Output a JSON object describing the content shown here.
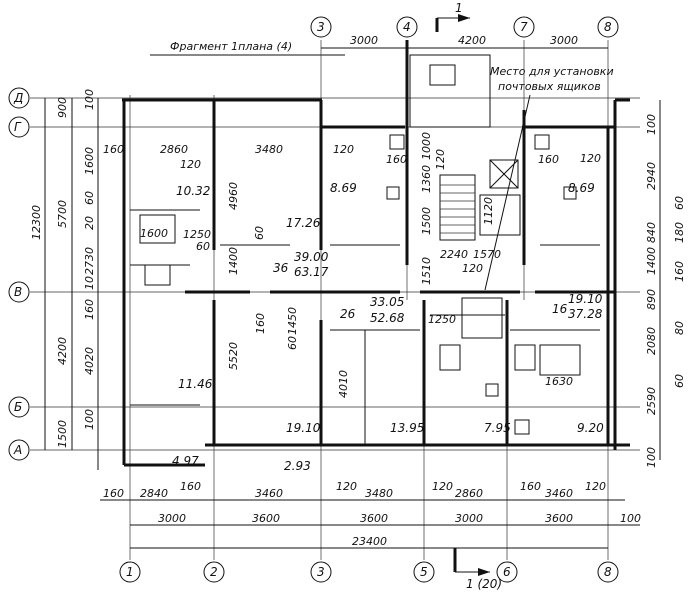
{
  "title": "Фрагмент 1плана (4)",
  "note": "Место для установки почтовых ящиков",
  "section_mark_top": "1",
  "section_mark_bottom": "1 (20)",
  "axes_vertical": [
    "1",
    "2",
    "3",
    "4",
    "5",
    "6",
    "7",
    "8"
  ],
  "axes_horizontal": [
    "Д",
    "Г",
    "В",
    "Б",
    "А"
  ],
  "top_dims": [
    "3000",
    "4200",
    "3000"
  ],
  "bottom_dims_row1": [
    "160",
    "2840",
    "160",
    "3460",
    "120",
    "3480",
    "120",
    "2860",
    "160",
    "3460",
    "120"
  ],
  "bottom_dims_row2": [
    "3000",
    "3600",
    "3600",
    "3000",
    "3600",
    "100"
  ],
  "bottom_total": "23400",
  "left_dims_outer": [
    "12300"
  ],
  "left_dims_mid": [
    "900",
    "5700",
    "4200",
    "1500"
  ],
  "left_dims_inner": [
    "1600",
    "60",
    "20",
    "2730",
    "10",
    "160",
    "4020",
    "100",
    "1500",
    "100"
  ],
  "right_dims_outer": [
    "100",
    "2940",
    "60",
    "180",
    "1400",
    "160",
    "2080",
    "80",
    "60",
    "2590",
    "100"
  ],
  "right_dims_inner": [
    "840",
    "890"
  ],
  "room_dims": [
    "2860",
    "120",
    "3480",
    "120",
    "160",
    "120",
    "160",
    "120",
    "4960",
    "1250",
    "60",
    "160",
    "1400",
    "60",
    "5520",
    "1450",
    "60",
    "4010",
    "1000",
    "1360",
    "120",
    "1500",
    "2240",
    "1570",
    "120",
    "1120",
    "1250",
    "1510",
    "1630"
  ],
  "areas": [
    "10.32",
    "8.69",
    "17.26",
    "39.00",
    "63.17",
    "36",
    "8.69",
    "33.05",
    "52.68",
    "26",
    "16",
    "19.10",
    "37.28",
    "11.46",
    "19.10",
    "13.95",
    "7.95",
    "9.20",
    "4.97",
    "2.93",
    "1600"
  ]
}
